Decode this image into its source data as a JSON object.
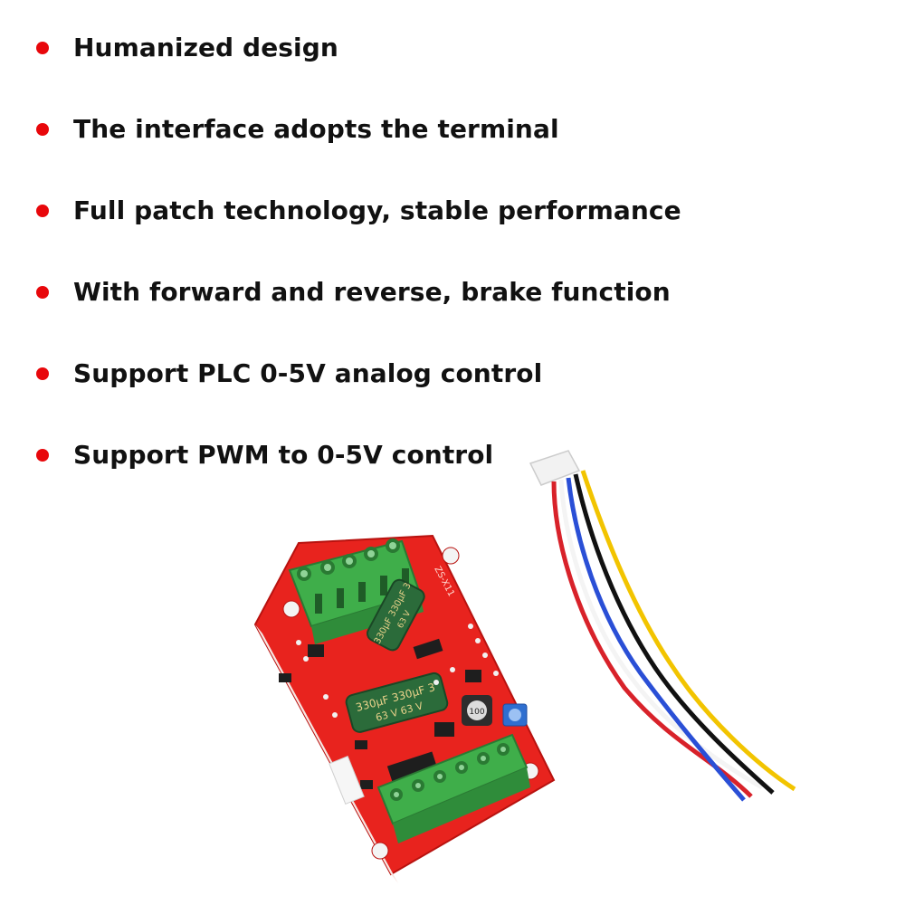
{
  "features": [
    "Humanized design",
    "The interface adopts the terminal",
    "Full patch technology, stable performance",
    "With forward and reverse, brake function",
    "Support PLC 0-5V analog control",
    "Support PWM to 0-5V control"
  ],
  "board": {
    "capacitor_top_label": "330μF 330μF 3",
    "capacitor_top_rating": "63 V",
    "capacitor_bottom_label": "330μF 330μF 3",
    "capacitor_bottom_rating": "63 V 63 V",
    "inductor_label": "100",
    "pcb_label": "ZS-X11"
  },
  "colors": {
    "bullet": "#e8070b",
    "pcb": "#e8231e",
    "terminal": "#3fae4a",
    "capacitor": "#2b6b3a",
    "wires": [
      "#d8222a",
      "#ffffff",
      "#2a4fd6",
      "#111111",
      "#f2c400"
    ]
  }
}
